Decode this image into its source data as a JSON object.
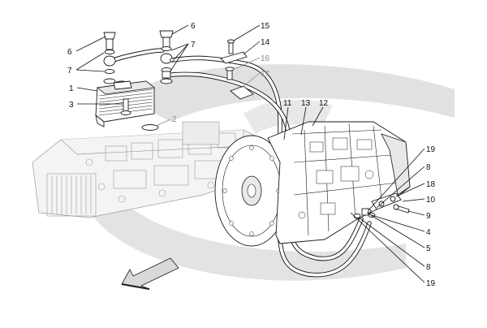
{
  "callouts": [
    {
      "id": "c6a",
      "text": "6"
    },
    {
      "id": "c7a",
      "text": "7"
    },
    {
      "id": "c1",
      "text": "1"
    },
    {
      "id": "c3",
      "text": "3"
    },
    {
      "id": "c6b",
      "text": "6"
    },
    {
      "id": "c7b",
      "text": "7"
    },
    {
      "id": "c2",
      "text": "2"
    },
    {
      "id": "c15",
      "text": "15"
    },
    {
      "id": "c14",
      "text": "14"
    },
    {
      "id": "c16",
      "text": "16"
    },
    {
      "id": "c17",
      "text": "17"
    },
    {
      "id": "c11",
      "text": "11"
    },
    {
      "id": "c13",
      "text": "13"
    },
    {
      "id": "c12",
      "text": "12"
    },
    {
      "id": "c19a",
      "text": "19"
    },
    {
      "id": "c8a",
      "text": "8"
    },
    {
      "id": "c18",
      "text": "18"
    },
    {
      "id": "c10",
      "text": "10"
    },
    {
      "id": "c9",
      "text": "9"
    },
    {
      "id": "c4",
      "text": "4"
    },
    {
      "id": "c5",
      "text": "5"
    },
    {
      "id": "c8b",
      "text": "8"
    },
    {
      "id": "c19b",
      "text": "19"
    }
  ],
  "colors": {
    "watermark": "#cfcfcf",
    "line": "#1a1a1a",
    "faded_label": "#8a8a8a",
    "arrow_fill": "#d9d9d9"
  },
  "icons": {
    "direction_arrow": "front-direction-arrow-icon"
  }
}
